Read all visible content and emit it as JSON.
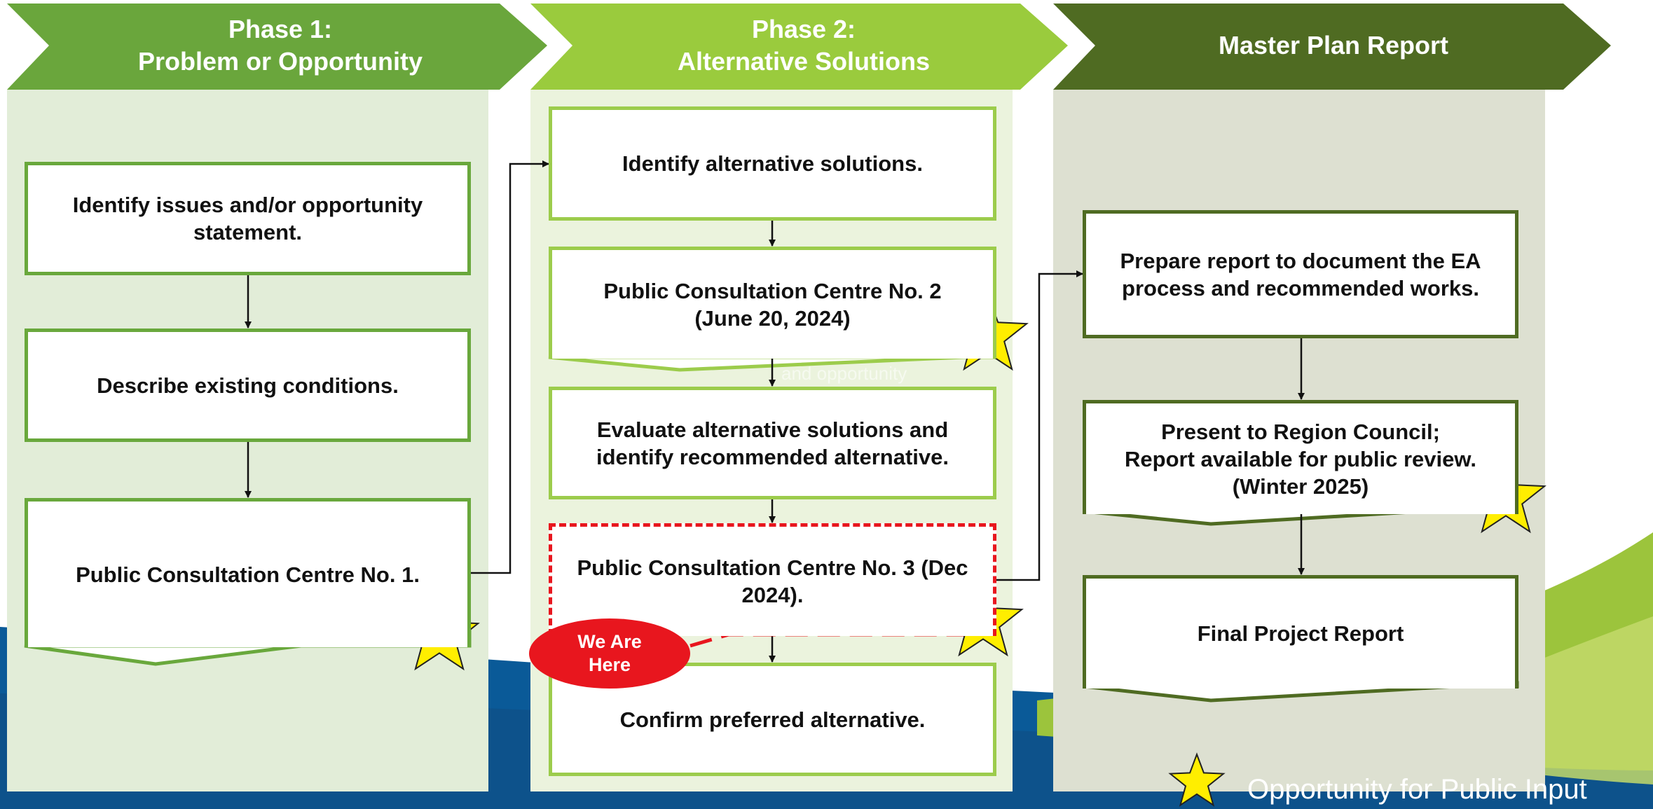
{
  "colors": {
    "phase1_header": "#6aa63c",
    "phase2_header": "#9acb3d",
    "phase3_header": "#4f6b22",
    "phase1_column": "#e2edd8",
    "phase2_column": "#ebf3dd",
    "phase3_column": "#dde0d1",
    "star_fill": "#ffee00",
    "badge_red": "#e8161e",
    "footer_blue": "#0a5a98"
  },
  "phases": [
    {
      "title_line1": "Phase 1:",
      "title_line2": "Problem or Opportunity"
    },
    {
      "title_line1": "Phase 2:",
      "title_line2": "Alternative Solutions"
    },
    {
      "title_line1": "Master Plan Report",
      "title_line2": ""
    }
  ],
  "phase1": {
    "step1": "Identify issues and/or opportunity statement.",
    "step2": "Describe existing conditions.",
    "step3": "Public Consultation Centre No. 1."
  },
  "phase2": {
    "step1": "Identify alternative solutions.",
    "step2_line1": "Public Consultation Centre No. 2",
    "step2_line2": "(June 20, 2024)",
    "step3": "Evaluate alternative solutions and identify recommended alternative.",
    "step4": "Public Consultation Centre No. 3 (Dec 2024).",
    "step5": "Confirm preferred alternative."
  },
  "phase3": {
    "step1": "Prepare report to document the EA process and recommended works.",
    "step2_line1": "Present to Region Council;",
    "step2_line2": "Report available for public review.",
    "step2_line3": "(Winter 2025)",
    "step3": "Final Project Report"
  },
  "badge": {
    "line1": "We Are",
    "line2": "Here"
  },
  "ghost_text": "and opportunity",
  "legend": {
    "icon": "star-icon",
    "label": "Opportunity for Public Input"
  }
}
